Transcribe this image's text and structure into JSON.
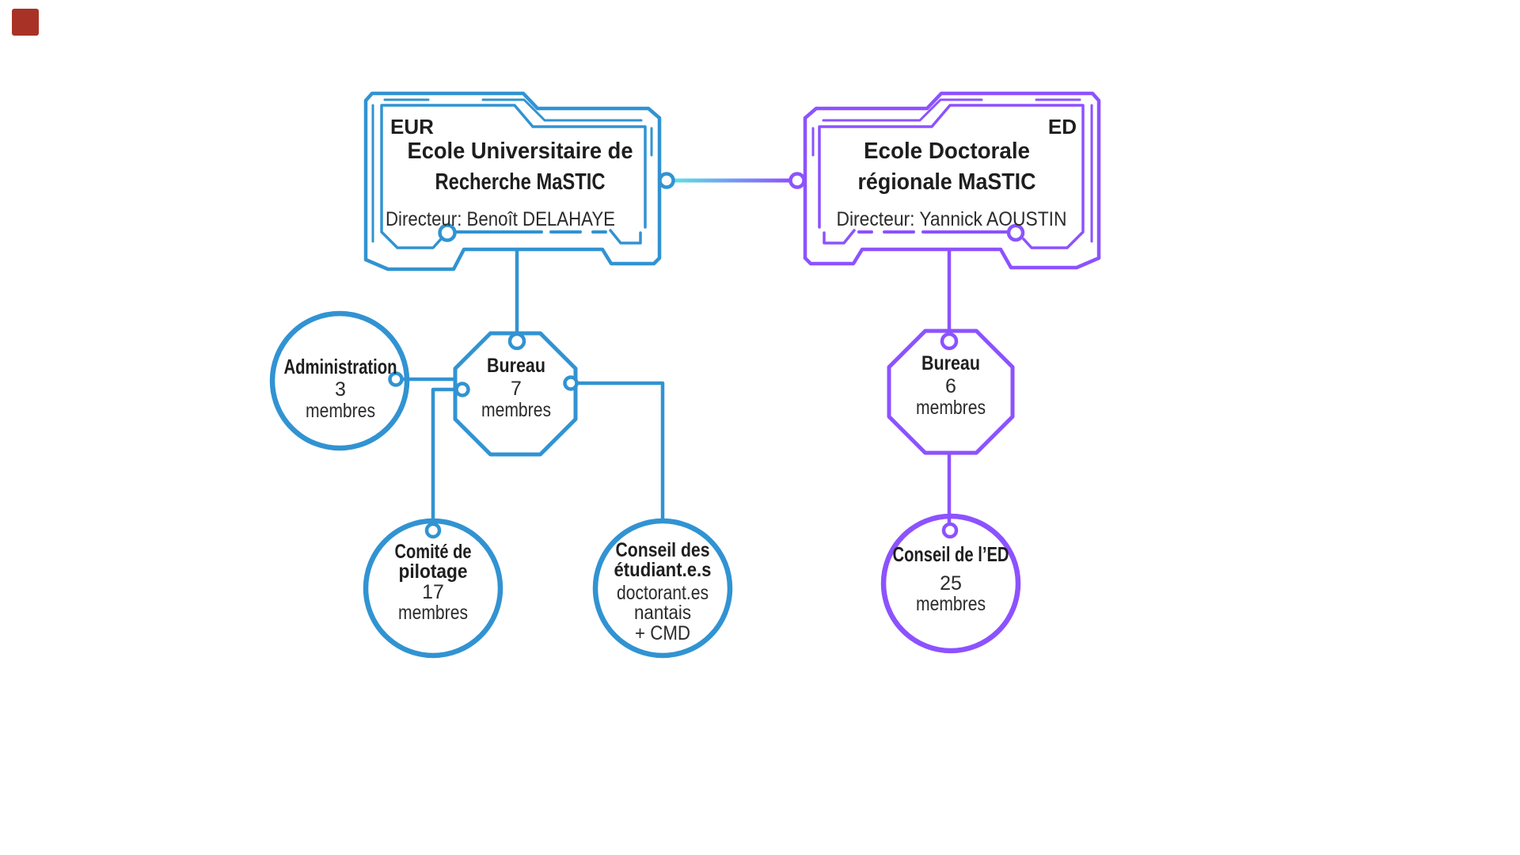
{
  "palette": {
    "blue": "#3193D2",
    "purple": "#8C52FF",
    "cyan": "#5CE1E6",
    "ink": "#1E1E1E",
    "marker_red": "#A93226"
  },
  "corner_marker": {
    "color": "#A93226"
  },
  "eur": {
    "tag": "EUR",
    "title1": "Ecole Universitaire de",
    "title2": "Recherche MaSTIC",
    "director": "Directeur: Benoît DELAHAYE"
  },
  "ed": {
    "tag": "ED",
    "title1": "Ecole Doctorale",
    "title2": "régionale MaSTIC",
    "director": "Directeur: Yannick AOUSTIN"
  },
  "nodes": {
    "administration": {
      "title": "Administration",
      "count": "3",
      "unit": "membres"
    },
    "bureau_eur": {
      "title": "Bureau",
      "count": "7",
      "unit": "membres"
    },
    "bureau_ed": {
      "title": "Bureau",
      "count": "6",
      "unit": "membres"
    },
    "comite": {
      "title1": "Comité de",
      "title2": "pilotage",
      "count": "17",
      "unit": "membres"
    },
    "conseil_etudiants": {
      "title1": "Conseil des",
      "title2": "étudiant.e.s",
      "sub1": "doctorant.es",
      "sub2": "nantais",
      "sub3": "+ CMD"
    },
    "conseil_ed": {
      "title": "Conseil de l’ED",
      "count": "25",
      "unit": "membres"
    }
  }
}
